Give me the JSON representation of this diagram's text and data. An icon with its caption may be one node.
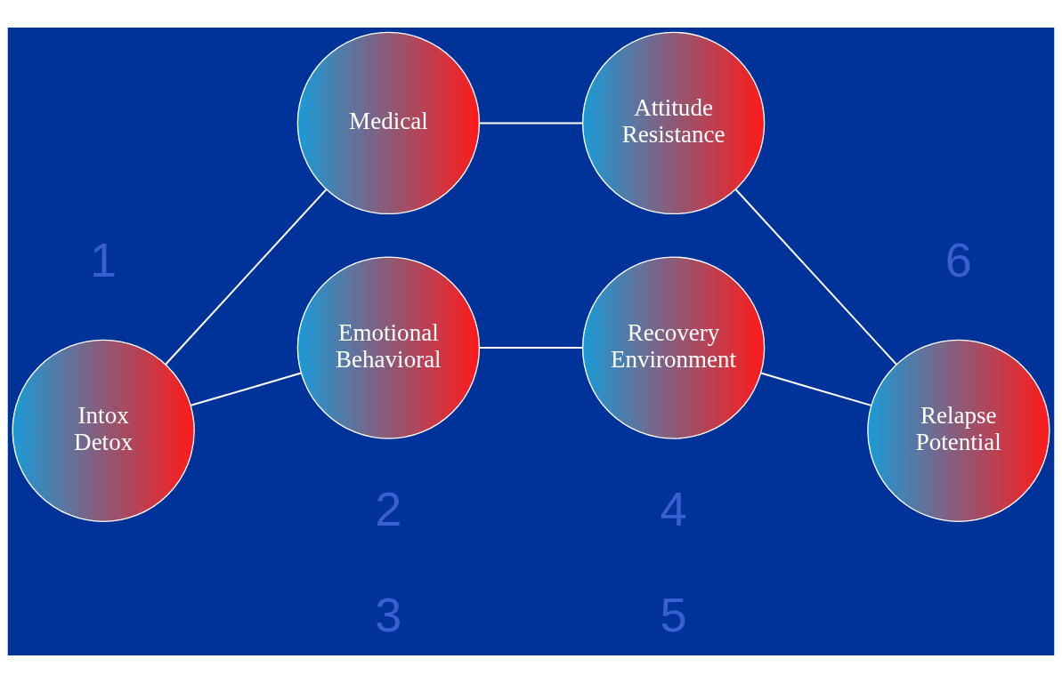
{
  "diagram": {
    "nodes": [
      {
        "text": [
          "Medical"
        ]
      },
      {
        "text": [
          "Attitude",
          "Resistance"
        ]
      },
      {
        "text": [
          "Intox",
          "Detox"
        ]
      },
      {
        "text": [
          "Relapse",
          "Potential"
        ]
      },
      {
        "text": [
          "Emotional",
          "Behavioral"
        ]
      },
      {
        "text": [
          "Recovery",
          "Environment"
        ]
      }
    ],
    "edges": [
      {
        "from": 2,
        "to": 0,
        "arrow": "none"
      },
      {
        "from": 0,
        "to": 1,
        "arrow": "none"
      },
      {
        "from": 1,
        "to": 3,
        "arrow": "none"
      },
      {
        "from": 2,
        "to": 4,
        "arrow": "none"
      },
      {
        "from": 4,
        "to": 5,
        "arrow": "none"
      },
      {
        "from": 5,
        "to": 3,
        "arrow": "none"
      }
    ],
    "labels": [
      "2",
      "4",
      "1",
      "6",
      "3",
      "5"
    ]
  }
}
